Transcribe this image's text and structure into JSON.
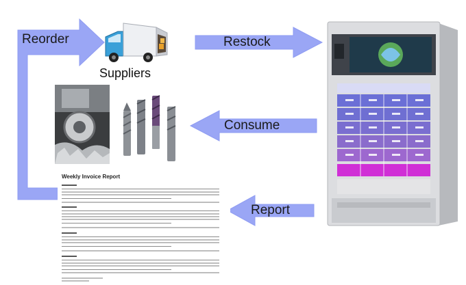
{
  "labels": {
    "reorder": "Reorder",
    "restock": "Restock",
    "consume": "Consume",
    "report": "Report",
    "suppliers": "Suppliers"
  },
  "report_doc": {
    "title": "Weekly Invoice Report"
  },
  "colors": {
    "arrow_fill": "#9aa6f5",
    "arrow_stroke": "#8f9cf2",
    "truck_blue": "#3aa0d8",
    "machine_frame": "#d9dadd",
    "machine_dark": "#4a4e55",
    "drawer_blue": "#6b6fd6",
    "drawer_magenta": "#d02fd6"
  },
  "icons": [
    "truck-icon",
    "cutting-tools-image",
    "vending-machine-image",
    "invoice-report-image"
  ]
}
